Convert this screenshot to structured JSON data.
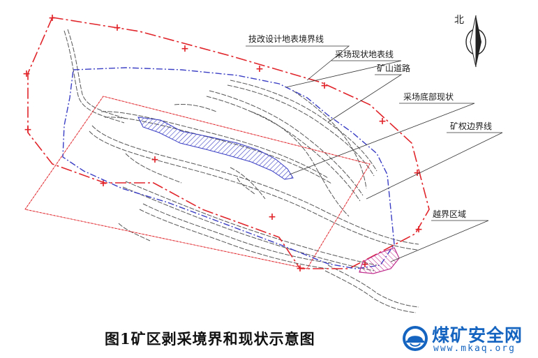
{
  "diagram": {
    "north_label": "北",
    "labels": [
      {
        "id": "design-boundary",
        "text": "技改设计地表境界线"
      },
      {
        "id": "current-surface",
        "text": "采场现状地表线"
      },
      {
        "id": "mine-road",
        "text": "矿山道路"
      },
      {
        "id": "pit-bottom",
        "text": "采场底部现状"
      },
      {
        "id": "mining-right-boundary",
        "text": "矿权边界线"
      },
      {
        "id": "overstep-area",
        "text": "越界区域"
      }
    ],
    "colors": {
      "design_boundary": "#e0242a",
      "current_surface": "#3a3ec4",
      "mining_right_boundary": "#e0242a",
      "pit_bottom_hatch": "#3a3ec4",
      "overstep_hatch": "#c0308e",
      "terrain_lines": "#444444"
    }
  },
  "caption": "图1矿区剥采境界和现状示意图",
  "watermark": {
    "name": "煤矿安全网",
    "url": "www.mkaq.org",
    "icon": "safety-helmet-icon"
  }
}
